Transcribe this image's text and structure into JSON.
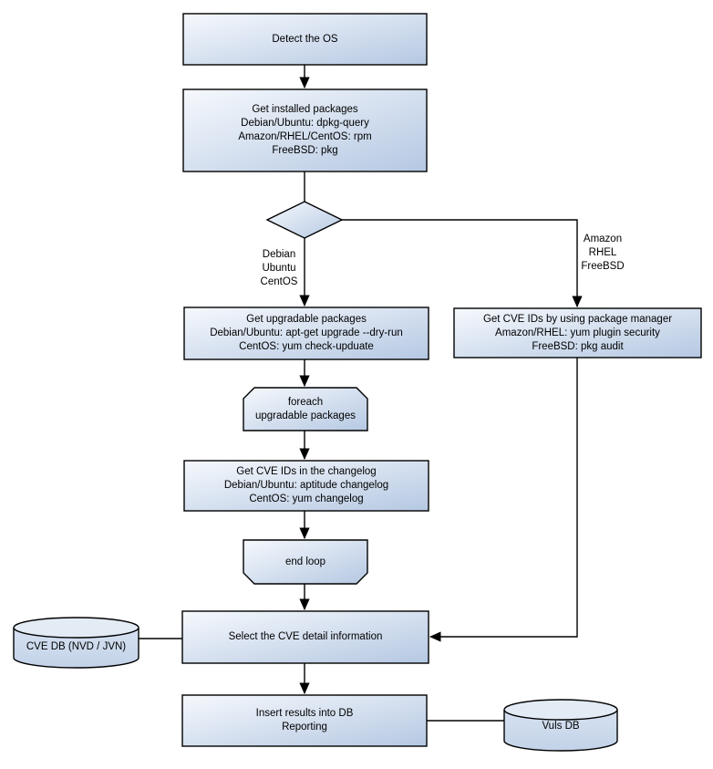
{
  "diagram": {
    "title_hint": "Vulnerability scan flowchart",
    "colors": {
      "background": "#ffffff",
      "shape_border": "#000000",
      "shape_gradient_start": "#f6f9fd",
      "shape_gradient_end": "#b5c8e2",
      "cylinder_top": "#e3ebf5",
      "cylinder_body_start": "#d7e2f1",
      "cylinder_body_end": "#c2d2e8",
      "text": "#000000",
      "connector": "#000000"
    }
  },
  "nodes": {
    "detect_os": {
      "type": "process",
      "lines": [
        "Detect the OS"
      ]
    },
    "get_installed": {
      "type": "process",
      "lines": [
        "Get installed packages",
        "Debian/Ubuntu: dpkg-query",
        "Amazon/RHEL/CentOS: rpm",
        "FreeBSD: pkg"
      ]
    },
    "os_decision": {
      "type": "decision",
      "lines": []
    },
    "get_upgradable": {
      "type": "process",
      "lines": [
        "Get upgradable packages",
        "Debian/Ubuntu: apt-get upgrade --dry-run",
        "CentOS: yum check-upduate"
      ]
    },
    "get_cve_pkg_mgr": {
      "type": "process",
      "lines": [
        "Get CVE IDs by using package manager",
        "Amazon/RHEL: yum plugin security",
        "FreeBSD: pkg audit"
      ]
    },
    "foreach_start": {
      "type": "loop-start",
      "lines": [
        "foreach",
        "upgradable packages"
      ]
    },
    "get_cve_changelog": {
      "type": "process",
      "lines": [
        "Get CVE IDs in the changelog",
        "Debian/Ubuntu: aptitude changelog",
        "CentOS: yum changelog"
      ]
    },
    "end_loop": {
      "type": "loop-end",
      "lines": [
        "end loop"
      ]
    },
    "select_cve": {
      "type": "process",
      "lines": [
        "Select the CVE detail information"
      ]
    },
    "cve_db": {
      "type": "database",
      "lines": [
        "CVE DB (NVD / JVN)"
      ]
    },
    "insert_results": {
      "type": "process",
      "lines": [
        "Insert results into DB",
        "Reporting"
      ]
    },
    "vuls_db": {
      "type": "database",
      "lines": [
        "Vuls DB"
      ]
    }
  },
  "edge_labels": {
    "left_branch": {
      "lines": [
        "Debian",
        "Ubuntu",
        "CentOS"
      ]
    },
    "right_branch": {
      "lines": [
        "Amazon",
        "RHEL",
        "FreeBSD"
      ]
    }
  }
}
